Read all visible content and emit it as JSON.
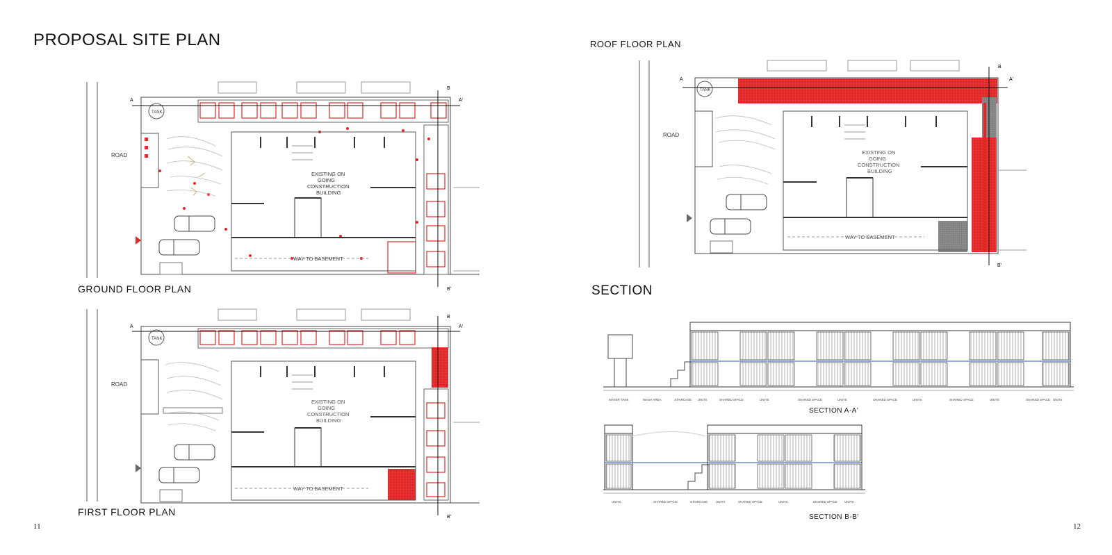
{
  "titles": {
    "proposal": "PROPOSAL SITE PLAN",
    "ground": "GROUND FLOOR PLAN",
    "first": "FIRST FLOOR PLAN",
    "roof": "ROOF FLOOR PLAN",
    "section": "SECTION",
    "section_aa": "SECTION A-A'",
    "section_bb": "SECTION B-B'"
  },
  "page_numbers": {
    "left": "11",
    "right": "12"
  },
  "plan_labels": {
    "road": "ROAD",
    "tank": "TANK",
    "building_lines": [
      "EXISTING ON",
      "GOING",
      "CONSTRUCTION",
      "BUILDING"
    ],
    "way": "WAY TO BASEMENT",
    "mark_a": "A",
    "mark_a2": "A'",
    "mark_b": "B",
    "mark_b2": "B'"
  },
  "section_aa_labels": [
    "WATER TANK",
    "WASH AREA",
    "STAIRCASE",
    "UNITS",
    "SHARED SPACE",
    "UNITS",
    "SHARED SPACE",
    "UNITS",
    "SHARED SPACE",
    "UNITS",
    "SHARED SPACE",
    "UNITS",
    "SHARED SPACE",
    "UNITS"
  ],
  "section_bb_labels": [
    "UNITS",
    "SHARED SPACE",
    "STAIRCASE",
    "UNITS",
    "SHARED SPACE",
    "UNITS",
    "SHARED SPACE",
    "UNITS"
  ],
  "colors": {
    "accent": "#e32626",
    "line": "#333333",
    "grid": "#999999"
  }
}
